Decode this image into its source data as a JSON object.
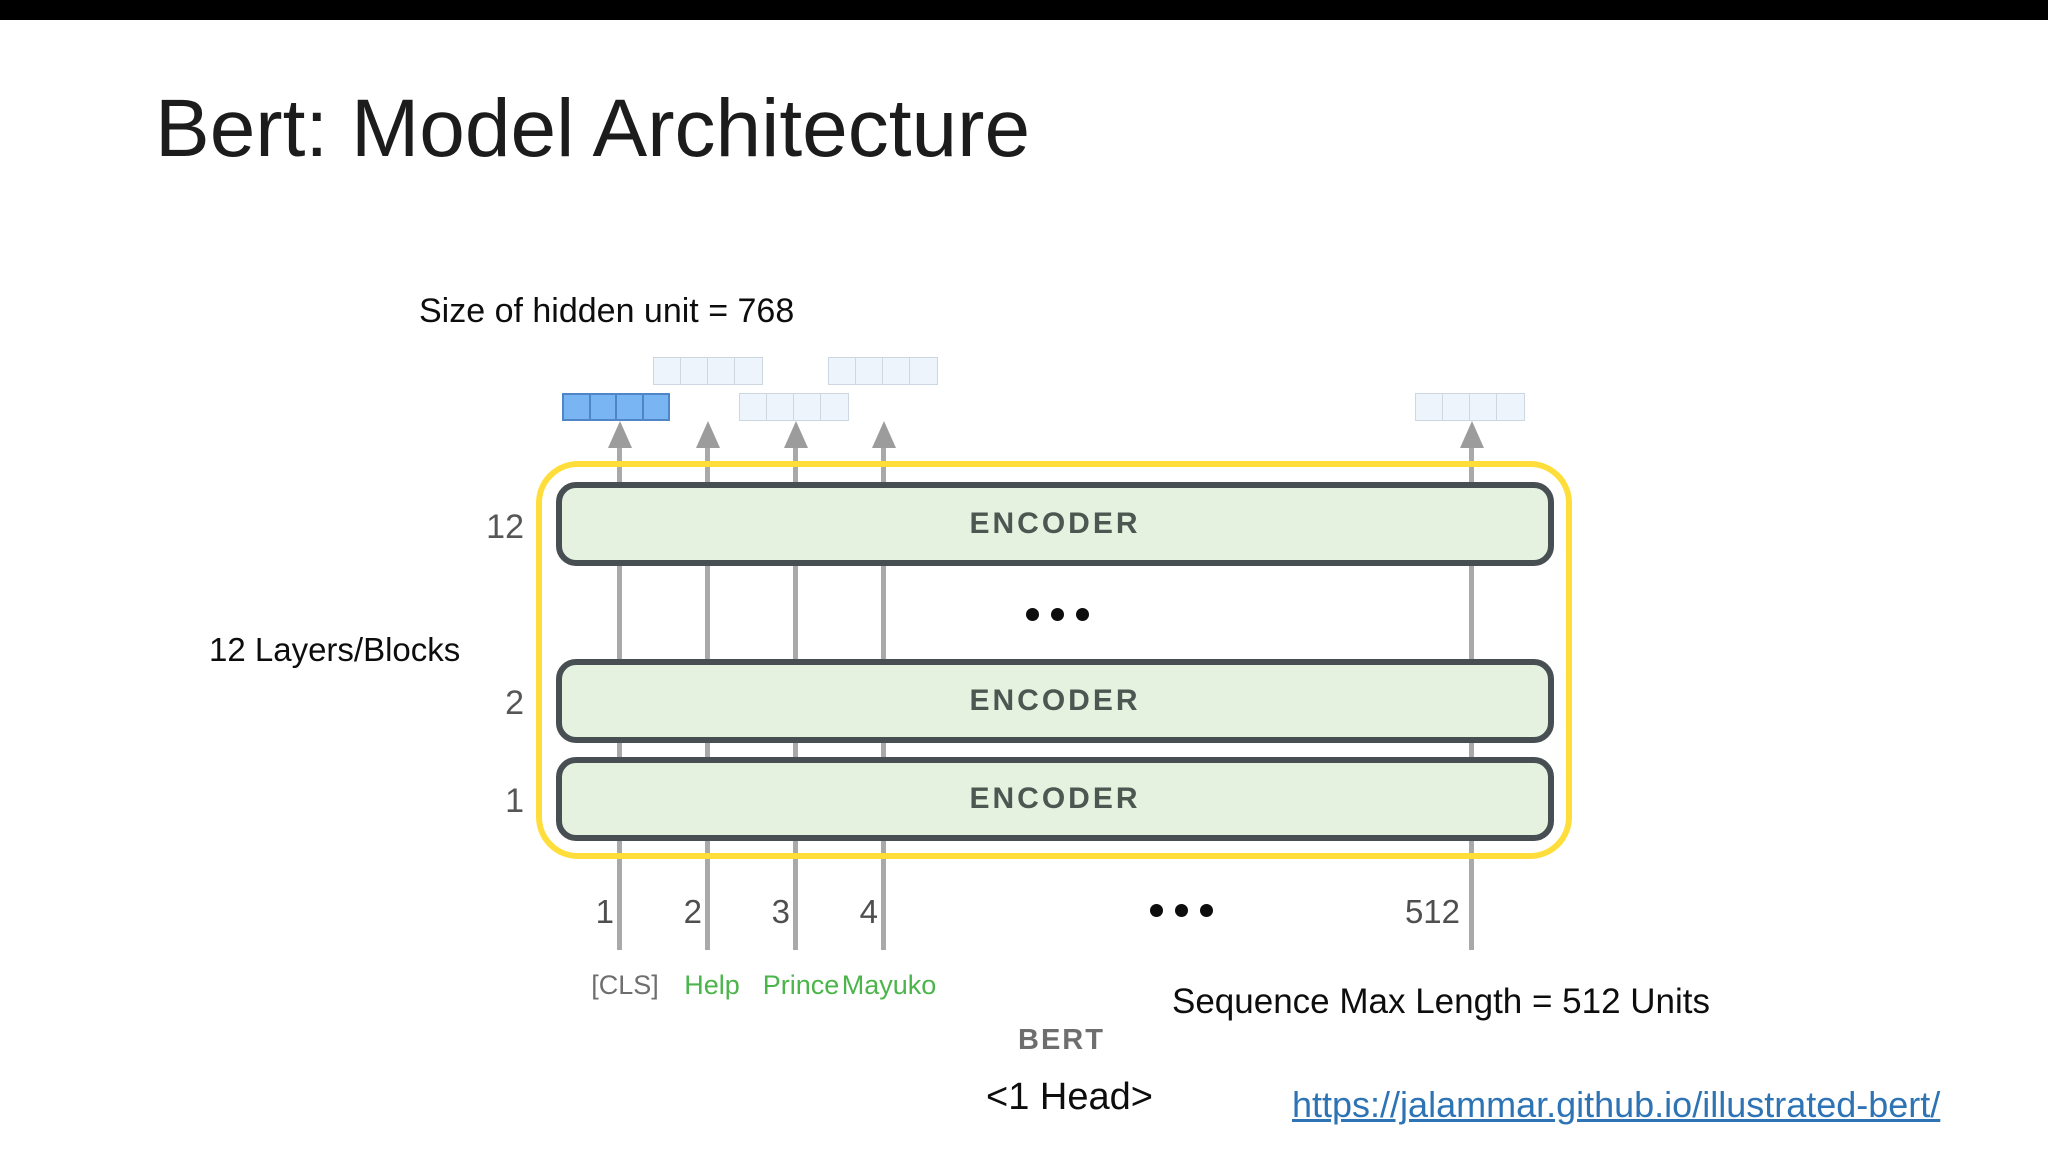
{
  "slide": {
    "title": "Bert: Model Architecture",
    "hidden_unit_note": "Size of hidden unit = 768",
    "layers_note": "12 Layers/Blocks",
    "sequence_note": "Sequence Max Length = 512 Units",
    "model_name": "BERT",
    "head_note": "<1 Head>",
    "link_text": "https://jalammar.github.io/illustrated-bert/",
    "link_href": "https://jalammar.github.io/illustrated-bert/"
  },
  "diagram": {
    "encoders": [
      {
        "index": "12",
        "label": "ENCODER"
      },
      {
        "index": "2",
        "label": "ENCODER"
      },
      {
        "index": "1",
        "label": "ENCODER"
      }
    ],
    "positions": [
      "1",
      "2",
      "3",
      "4"
    ],
    "max_position": "512",
    "tokens": [
      {
        "text": "[CLS]"
      },
      {
        "text": "Help"
      },
      {
        "text": "Prince"
      },
      {
        "text": "Mayuko"
      }
    ],
    "colors": {
      "outline": "#ffde3b",
      "encoder_fill": "#e5f2e0",
      "encoder_border": "#474f52",
      "highlight_vector_fill": "#79b5f2",
      "highlight_vector_border": "#4f86c8",
      "vector_fill": "#eef4fb",
      "vector_border": "#cdd7e1",
      "token_line": "#a9a9a9",
      "token_green": "#4bb54b",
      "token_cls_gray": "#6e6e6e",
      "link_blue": "#2e74b5"
    }
  }
}
